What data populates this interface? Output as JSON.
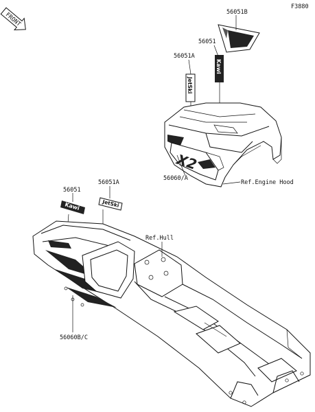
{
  "figure_code": "F3880",
  "front_arrow_text": "FRONT",
  "labels": {
    "top_decal": "56051B",
    "hood_kawi": "56051",
    "hood_jet_ski": "56051A",
    "hood_logo": "56060/A",
    "ref_engine_hood": "Ref.Engine Hood",
    "hull_kawi": "56051",
    "hull_jet_ski": "56051A",
    "ref_hull": "Ref.Hull",
    "hull_stripe": "56060B/C"
  },
  "decal_text": {
    "kawi": "Kawi",
    "jetski": "JetSki",
    "x2": "X2"
  }
}
